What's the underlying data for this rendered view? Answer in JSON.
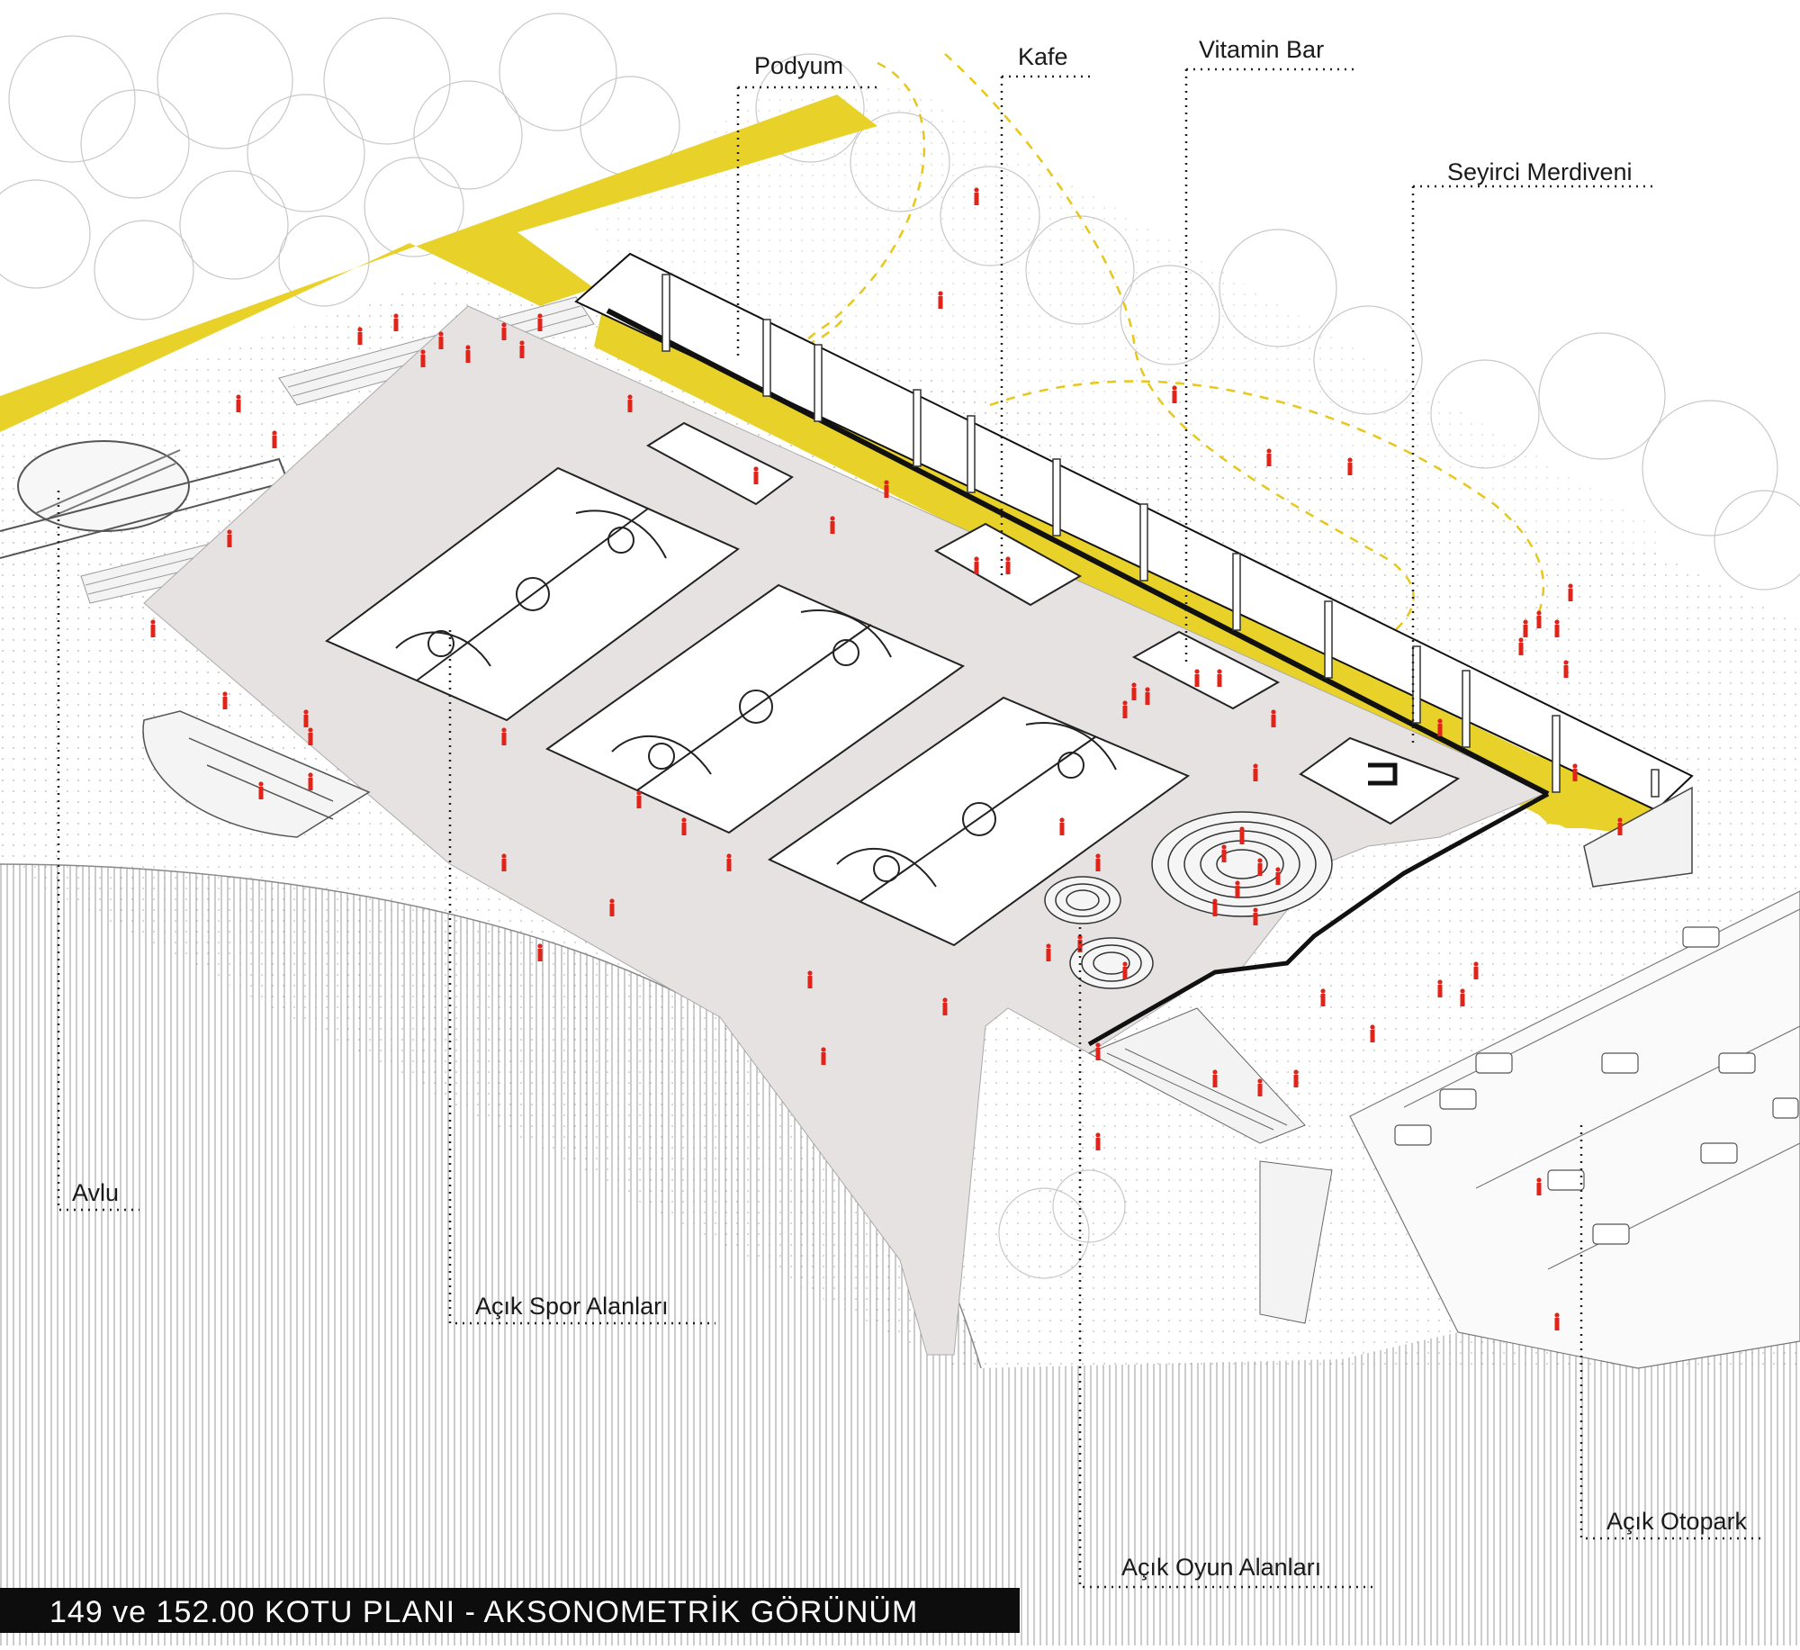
{
  "labels": {
    "podyum": "Podyum",
    "kafe": "Kafe",
    "vitamin_bar": "Vitamin Bar",
    "seyirci_merdiveni": "Seyirci Merdiveni",
    "avlu": "Avlu",
    "acik_spor_alanlari": "Açık Spor Alanları",
    "acik_oyun_alanlari": "Açık Oyun Alanları",
    "acik_otopark": "Açık Otopark"
  },
  "title": "149 ve 152.00 KOTU PLANI - AKSONOMETRİK GÖRÜNÜM",
  "colors": {
    "accent_yellow": "#e8d22a",
    "people_red": "#e2231a",
    "plaza_gray": "#e6e2e2",
    "line_dark": "#111111",
    "title_bg": "#0d0d0d",
    "title_text": "#ffffff"
  }
}
